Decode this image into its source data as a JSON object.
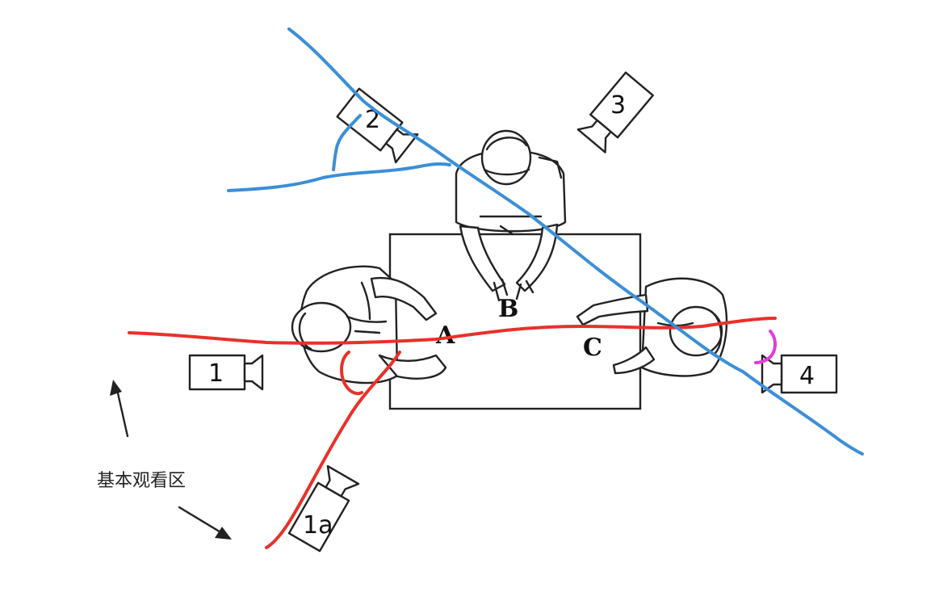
{
  "persons": {
    "a": "A",
    "b": "B",
    "c": "C"
  },
  "cameras": {
    "cam1": "1",
    "cam1a": "1a",
    "cam2": "2",
    "cam3": "3",
    "cam4": "4"
  },
  "viewing_zone_label": "基本观看区",
  "colors": {
    "axis_red": "#e8312a",
    "axis_blue": "#3b8fd6",
    "arc_magenta": "#e23be0",
    "ink": "#222222"
  },
  "icons": [
    "camera-icon",
    "person-top-view",
    "arrow-icon"
  ]
}
